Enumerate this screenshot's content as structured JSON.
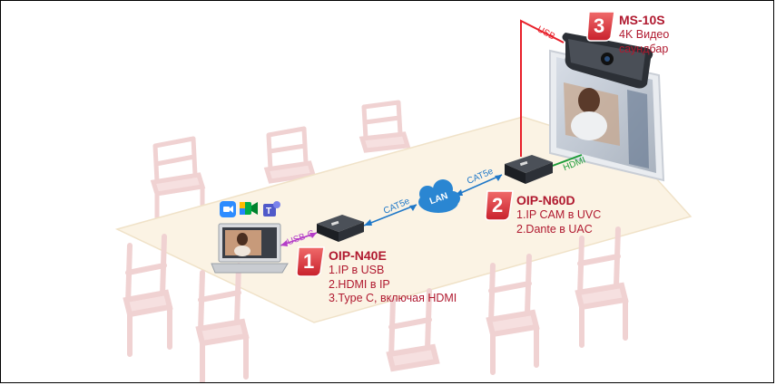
{
  "devices": {
    "ms10s": {
      "number": "3",
      "title": "MS-10S",
      "line1": "4K Видео",
      "line2": "саундбар"
    },
    "n60d": {
      "number": "2",
      "title": "OIP-N60D",
      "line1": "1.IP CAM в UVC",
      "line2": "2.Dante в UAC"
    },
    "n40e": {
      "number": "1",
      "title": "OIP-N40E",
      "line1": "1.IP в USB",
      "line2": "2.HDMI в IP",
      "line3": "3.Type C, включая HDMI"
    }
  },
  "cables": {
    "usb_top": "USB",
    "hdmi": "HDMI",
    "cat5e_right": "CAT5e",
    "cat5e_left": "CAT5e",
    "usbc": "USB-C",
    "lan": "LAN"
  },
  "colors": {
    "accent": "#b0192f",
    "usb_red": "#e8202a",
    "hdmi_green": "#1e9c3a",
    "cat_blue": "#1f78c8",
    "usbc_purple": "#b43cc8",
    "table": "#fbf3e4",
    "chair": "#f2d6d6"
  },
  "icons": [
    "zoom-icon",
    "google-meet-icon",
    "teams-icon"
  ]
}
